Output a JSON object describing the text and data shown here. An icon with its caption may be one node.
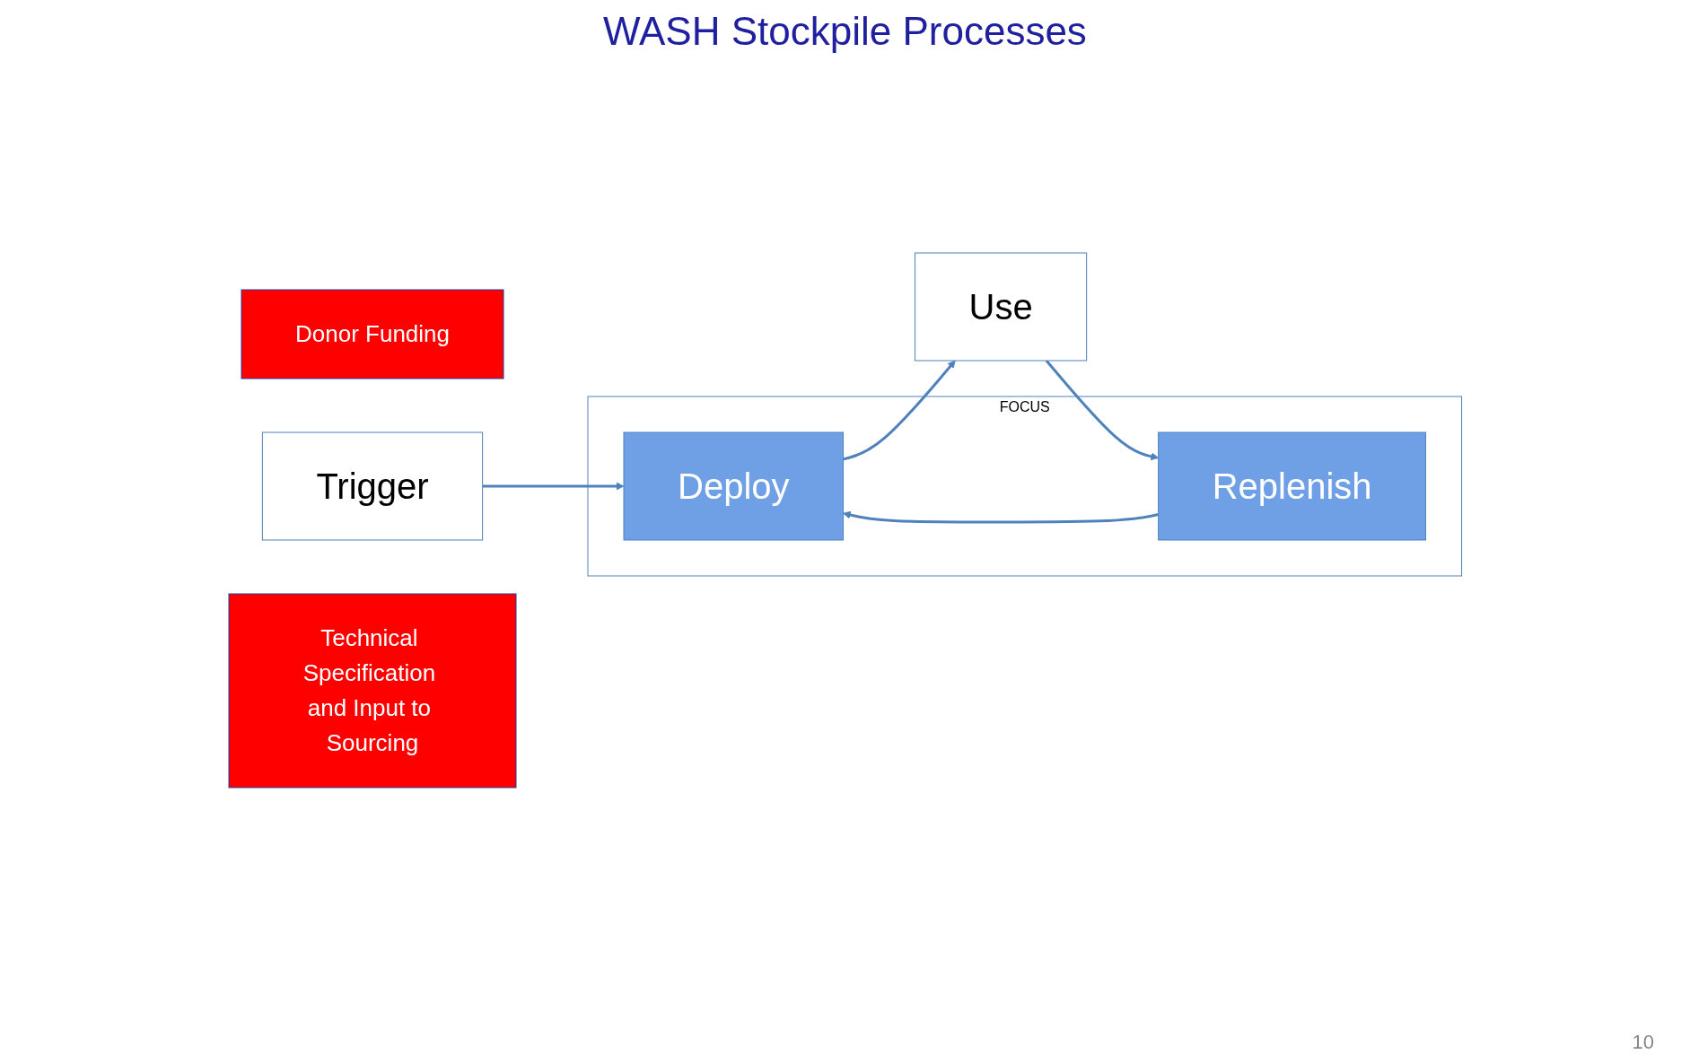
{
  "diagram": {
    "title": "WASH Stockpile Processes",
    "nodes": [
      {
        "text": [
          "Donor Funding"
        ]
      },
      {
        "text": [
          "FOCUS"
        ]
      },
      {
        "text": [
          "Trigger"
        ]
      },
      {
        "text": [
          "Deploy"
        ],
        "in": 1
      },
      {
        "text": [
          "Use"
        ]
      },
      {
        "text": [
          "Technical Specification and Input to Sourcing"
        ]
      },
      {
        "text": [
          "Replenish"
        ],
        "in": 1
      }
    ],
    "edges": [
      {
        "from": 2,
        "to": 3,
        "arrow": "to"
      },
      {
        "from": 3,
        "to": 4,
        "arrow": "to"
      },
      {
        "from": 6,
        "to": 3,
        "arrow": "to"
      },
      {
        "from": 4,
        "to": 6,
        "arrow": "to"
      }
    ],
    "labels": [
      "10"
    ]
  }
}
